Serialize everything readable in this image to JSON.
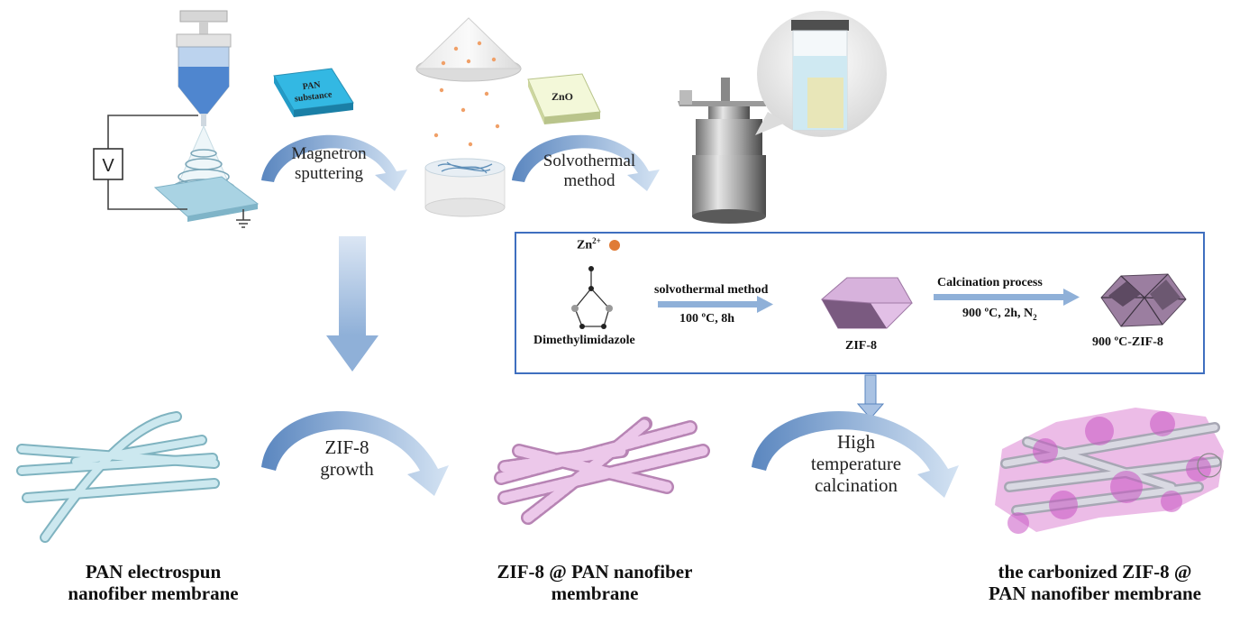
{
  "top_row": {
    "voltage_symbol": "V",
    "pan_substrate_label_line1": "PAN",
    "pan_substrate_label_line2": "substance",
    "step1_line1": "Magnetron",
    "step1_line2": "sputtering",
    "zno_label": "ZnO",
    "step2_line1": "Solvothermal",
    "step2_line2": "method"
  },
  "inset": {
    "zn_label": "Zn",
    "zn_superscript": "2+",
    "ligand_name": "Dimethylimidazole",
    "reaction1_name": "solvothermal method",
    "reaction1_conditions": "100 ºC, 8h",
    "product1": "ZIF-8",
    "reaction2_name": "Calcination process",
    "reaction2_conditions": "900 ºC, 2h, N",
    "reaction2_subscript": "2",
    "product2": "900 ºC-ZIF-8",
    "border_color": "#3f6fbf"
  },
  "bottom_row": {
    "arrow1_line1": "ZIF-8",
    "arrow1_line2": "growth",
    "arrow2_line1": "High",
    "arrow2_line2": "temperature",
    "arrow2_line3": "calcination"
  },
  "captions": {
    "c1_line1": "PAN electrospun",
    "c1_line2": "nanofiber membrane",
    "c2_line1": "ZIF-8 @ PAN nanofiber",
    "c2_line2": "membrane",
    "c3_line1": "the carbonized ZIF-8 @",
    "c3_line2": "PAN nanofiber membrane"
  },
  "colors": {
    "arrow_blue": "#8fb0d8",
    "fiber_blue": "#c9e7ee",
    "zif_pink": "#e7b3e0",
    "carbon_pink": "#d979d4"
  },
  "icons": [
    "electrospinning-apparatus-icon",
    "sputter-cone-icon",
    "autoclave-icon",
    "vial-bubble-icon",
    "zif8-crystal-icon",
    "carbonized-crystal-icon"
  ]
}
